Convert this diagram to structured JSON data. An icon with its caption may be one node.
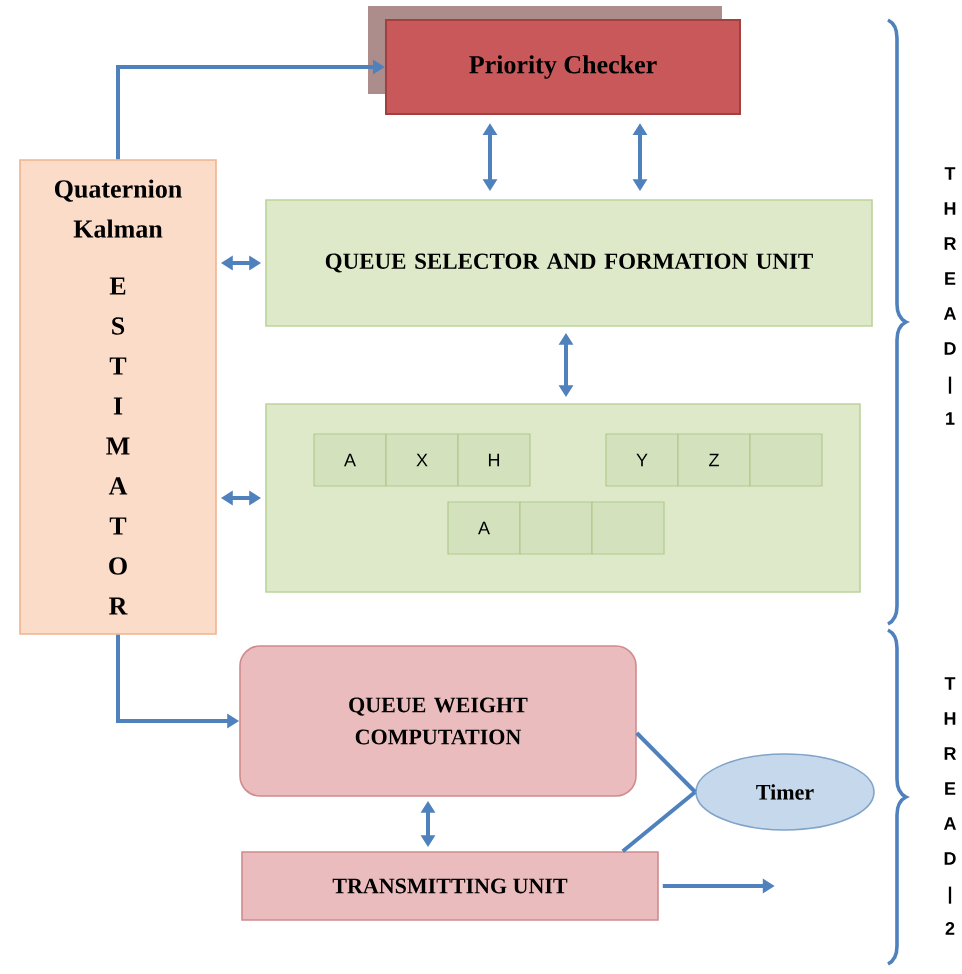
{
  "diagram": {
    "nodes": [
      {
        "text": [
          "Priority Checker"
        ]
      },
      {
        "text": [
          "Quaternion Kalman",
          "E S T I M A T O R"
        ]
      },
      {
        "text": [
          "QUEUE SELECTOR AND FORMATION UNIT"
        ]
      },
      {
        "text": [],
        "shape": "box"
      },
      {
        "text": [
          "A"
        ],
        "in": 3
      },
      {
        "text": [
          "X"
        ],
        "in": 3
      },
      {
        "text": [
          "H"
        ],
        "in": 3
      },
      {
        "text": [
          "Y"
        ],
        "in": 3
      },
      {
        "text": [
          "Z"
        ],
        "in": 3
      },
      {
        "text": [],
        "shape": "box",
        "in": 3
      },
      {
        "text": [
          "A"
        ],
        "in": 3
      },
      {
        "text": [],
        "shape": "box",
        "in": 3
      },
      {
        "text": [],
        "shape": "box",
        "in": 3
      },
      {
        "text": [
          "QUEUE WEIGHT COMPUTATION"
        ]
      },
      {
        "text": [
          "Timer"
        ]
      },
      {
        "text": [
          "TRANSMITTING UNIT"
        ]
      }
    ],
    "edges": [
      {
        "from": 1,
        "to": 0,
        "arrow": "to"
      },
      {
        "from": 0,
        "to": 2,
        "arrow": "both"
      },
      {
        "from": 0,
        "to": 2,
        "arrow": "both"
      },
      {
        "from": 1,
        "to": 2,
        "arrow": "both"
      },
      {
        "from": 2,
        "to": 3,
        "arrow": "both"
      },
      {
        "from": 1,
        "to": 3,
        "arrow": "both"
      },
      {
        "from": 1,
        "to": 13,
        "arrow": "to"
      },
      {
        "from": 13,
        "to": 15,
        "arrow": "both"
      },
      {
        "from": 13,
        "to": 14,
        "arrow": "none"
      },
      {
        "from": 15,
        "to": 14,
        "arrow": "none"
      },
      {
        "from": 15,
        "to": null,
        "arrow": "to"
      }
    ],
    "labels": [
      "T H R E A D | 1",
      "T H R E A D | 2"
    ]
  }
}
